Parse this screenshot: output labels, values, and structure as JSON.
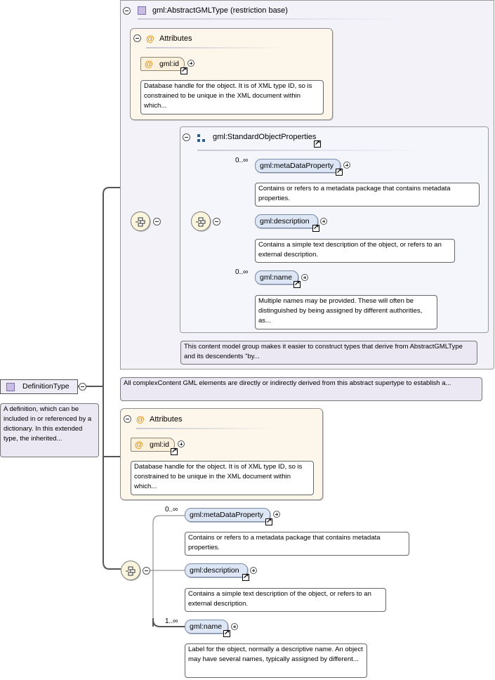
{
  "root": {
    "name": "DefinitionType",
    "doc": "A definition, which can be included in or referenced by a dictionary. In this extended type, the inherited..."
  },
  "base": {
    "header": "gml:AbstractGMLType (restriction base)",
    "doc": "All complexContent GML elements are directly or indirectly derived from this abstract supertype to establish a...",
    "attributes": {
      "header": "Attributes",
      "id_label": "gml:id",
      "id_doc": "Database handle for the object. It is of XML type ID, so is constrained to be unique in the XML document within which..."
    },
    "group": {
      "header": "gml:StandardObjectProperties",
      "doc": "This content model group makes it easier to construct types that derive from AbstractGMLType and its descendents \"by...",
      "items": [
        {
          "label": "gml:metaDataProperty",
          "occurs": "0..∞",
          "doc": "Contains or refers to a metadata package that contains metadata properties."
        },
        {
          "label": "gml:description",
          "occurs": "",
          "doc": "Contains a simple text description of the object, or refers to an external description."
        },
        {
          "label": "gml:name",
          "occurs": "0..∞",
          "doc": "Multiple names may be provided. These will often be distinguished by being assigned by different authorities, as..."
        }
      ]
    }
  },
  "attributes": {
    "header": "Attributes",
    "id_label": "gml:id",
    "id_doc": "Database handle for the object. It is of XML type ID, so is constrained to be unique in the XML document within which..."
  },
  "sequence": {
    "items": [
      {
        "label": "gml:metaDataProperty",
        "occurs": "0..∞",
        "doc": "Contains or refers to a metadata package that contains metadata properties."
      },
      {
        "label": "gml:description",
        "occurs": "",
        "doc": "Contains a simple text description of the object, or refers to an external description."
      },
      {
        "label": "gml:name",
        "occurs": "1..∞",
        "doc": "Label for the object, normally a descriptive name. An object may have several names, typically assigned by different..."
      }
    ]
  },
  "colors": {
    "connector": "#555555",
    "element_fill": "#dde6f5",
    "attribute_fill": "#fdf6ea",
    "complex_fill": "#f3f2f9",
    "attr_icon": "#e0920d"
  }
}
